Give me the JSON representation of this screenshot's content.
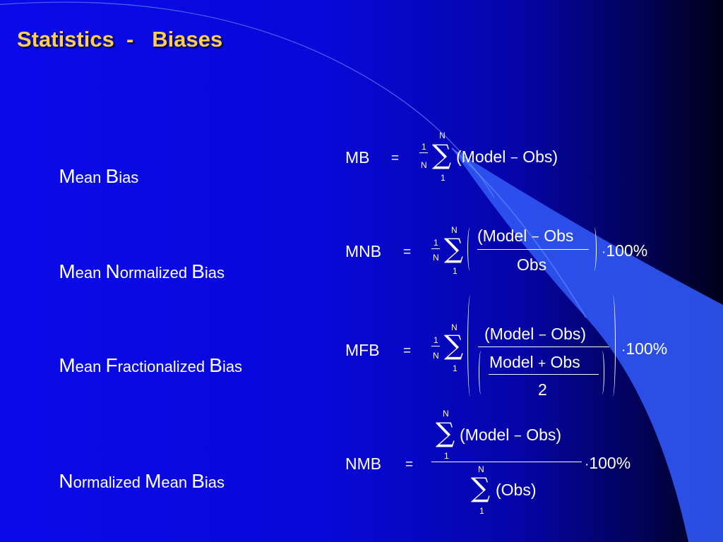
{
  "slide": {
    "title": "Statistics  -   Biases",
    "accent_color": "#ffcc55",
    "background": "#0a0aea"
  },
  "terms": [
    {
      "parts": [
        "M",
        "ean ",
        "B",
        "ias"
      ]
    },
    {
      "parts": [
        "M",
        "ean ",
        "N",
        "ormalized ",
        "B",
        "ias"
      ]
    },
    {
      "parts": [
        "M",
        "ean ",
        "F",
        "ractionalized ",
        "B",
        "ias"
      ]
    },
    {
      "parts": [
        "N",
        "ormalized ",
        "M",
        "ean ",
        "B",
        "ias"
      ]
    }
  ],
  "formulas": {
    "mb": {
      "lhs": "MB",
      "eq": "=",
      "frac_num": "1",
      "frac_den": "N",
      "sum_upper": "N",
      "sum_lower": "1",
      "body": [
        "(Model",
        "−",
        "Obs)"
      ]
    },
    "mnb": {
      "lhs": "MNB",
      "eq": "=",
      "frac_num": "1",
      "frac_den": "N",
      "sum_upper": "N",
      "sum_lower": "1",
      "num": [
        "(Model",
        "−",
        "Obs"
      ],
      "den": "Obs",
      "mult": "·",
      "pct": "100%"
    },
    "mfb": {
      "lhs": "MFB",
      "eq": "=",
      "frac_num": "1",
      "frac_den": "N",
      "sum_upper": "N",
      "sum_lower": "1",
      "num": [
        "(Model",
        "−",
        "Obs)"
      ],
      "den_inner": [
        "Model",
        "+",
        "Obs"
      ],
      "den_div": "2",
      "mult": "·",
      "pct": "100%"
    },
    "nmb": {
      "lhs": "NMB",
      "eq": "=",
      "num_sum_upper": "N",
      "num_sum_lower": "1",
      "num": [
        "(Model",
        "−",
        "Obs)"
      ],
      "den_sum_upper": "N",
      "den_sum_lower": "1",
      "den": "(Obs)",
      "mult": "·",
      "pct": "100%"
    }
  }
}
